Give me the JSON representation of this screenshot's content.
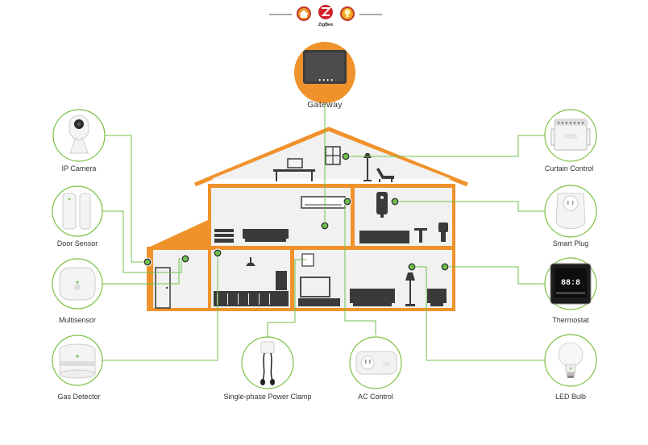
{
  "header": {
    "zigbee_text": "ZigBee",
    "icons": [
      "home-icon",
      "zigbee-logo-icon",
      "bulb-icon"
    ]
  },
  "gateway": {
    "label": "Gateway"
  },
  "devices": [
    {
      "id": "ip-camera",
      "label": "IP Camera",
      "icon": "ip-camera-icon"
    },
    {
      "id": "door-sensor",
      "label": "Door Sensor",
      "icon": "door-sensor-icon"
    },
    {
      "id": "multisensor",
      "label": "Multisensor",
      "icon": "multisensor-icon"
    },
    {
      "id": "gas-detector",
      "label": "Gas Detector",
      "icon": "gas-detector-icon"
    },
    {
      "id": "power-clamp",
      "label": "Single-phase Power Clamp",
      "icon": "power-clamp-icon"
    },
    {
      "id": "ac-control",
      "label": "AC Control",
      "icon": "ac-control-icon"
    },
    {
      "id": "led-bulb",
      "label": "LED Bulb",
      "icon": "led-bulb-icon"
    },
    {
      "id": "thermostat",
      "label": "Thermostat",
      "icon": "thermostat-icon"
    },
    {
      "id": "smart-plug",
      "label": "Smart Plug",
      "icon": "smart-plug-icon"
    },
    {
      "id": "curtain-control",
      "label": "Curtain Control",
      "icon": "curtain-control-icon"
    }
  ],
  "thermostat_display": "88:8",
  "colors": {
    "accent_orange": "#f0922b",
    "house_fill": "#f1f1f1",
    "connector_green": "#6cc24a",
    "node_dark": "#3a3a3a",
    "circle_border": "#7ac143"
  }
}
